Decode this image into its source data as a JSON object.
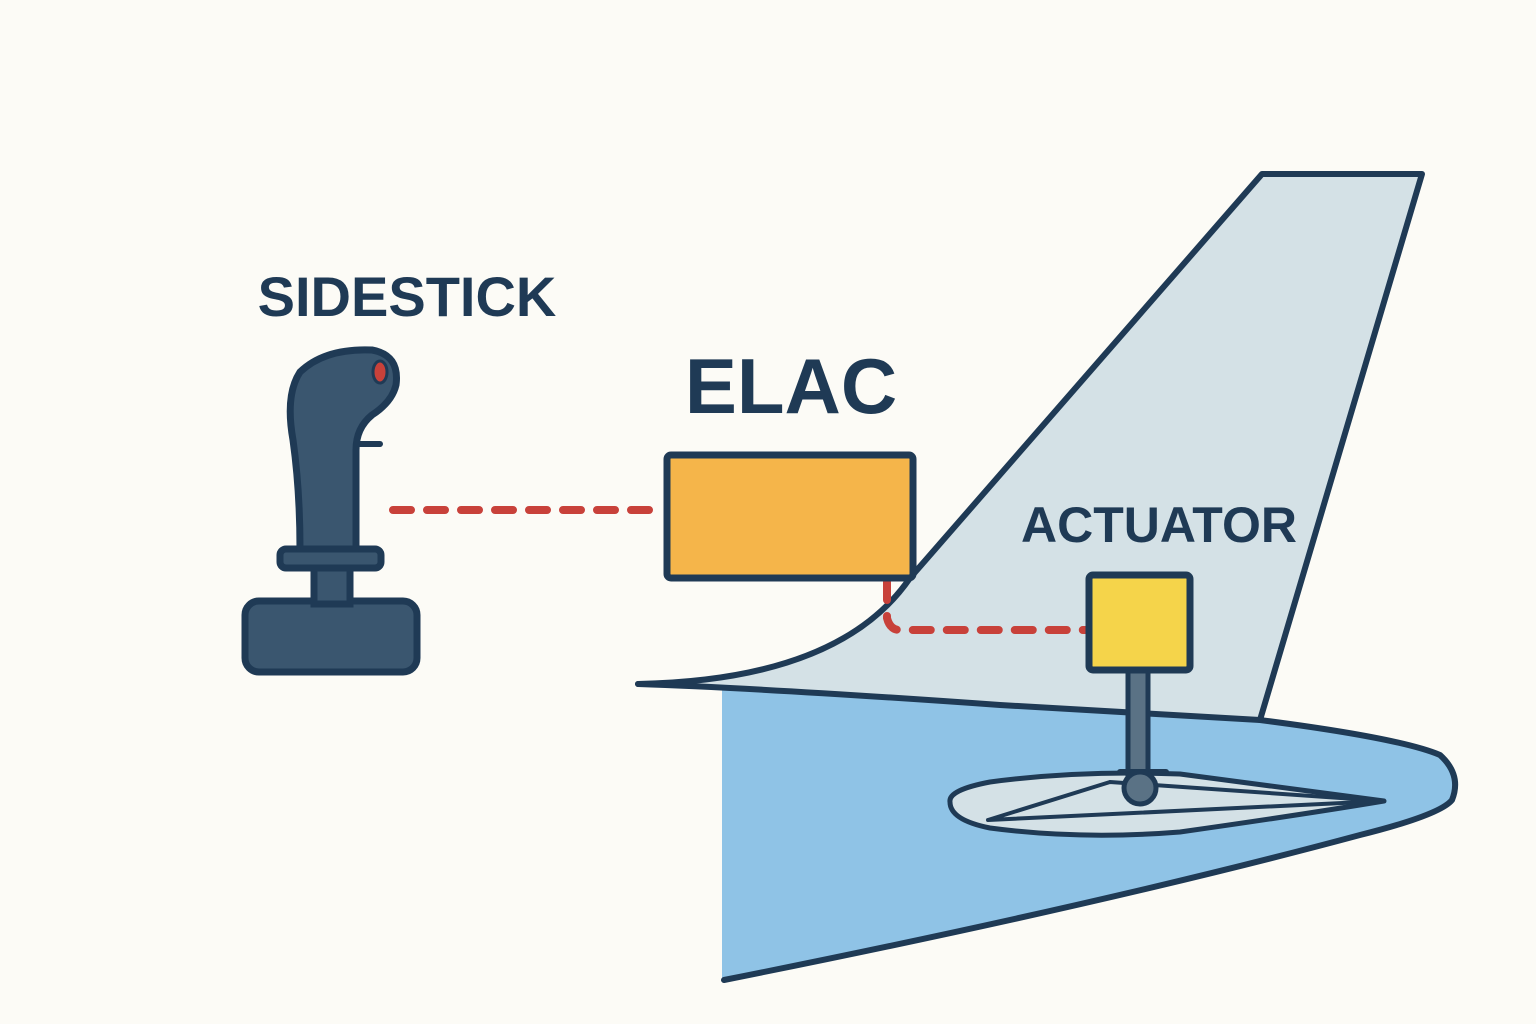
{
  "labels": {
    "sidestick": "SIDESTICK",
    "elac": "ELAC",
    "actuator": "ACTUATOR"
  },
  "colors": {
    "background": "#fcfbf6",
    "outline": "#1f3a55",
    "stick_body": "#3a566f",
    "stick_button": "#c8413a",
    "elac_box": "#f5b54a",
    "actuator_box": "#f5d44a",
    "fin": "#d4e1e6",
    "stabilizer": "#8fc3e6",
    "signal_line": "#c8413a",
    "rod": "#5a7285"
  },
  "icons": {
    "sidestick": "joystick-icon"
  }
}
